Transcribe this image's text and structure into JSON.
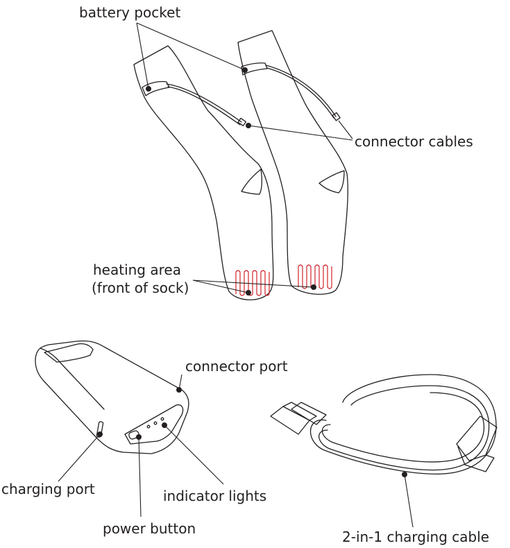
{
  "labels": {
    "battery_pocket": "battery pocket",
    "connector_cables": "connector cables",
    "heating_area_line1": "heating area",
    "heating_area_line2": "(front of sock)",
    "connector_port": "connector port",
    "charging_port": "charging port",
    "indicator_lights": "indicator lights",
    "power_button": "power button",
    "charging_cable": "2-in-1 charging cable"
  },
  "colors": {
    "line": "#231f20",
    "heating_element": "#d2232a"
  }
}
